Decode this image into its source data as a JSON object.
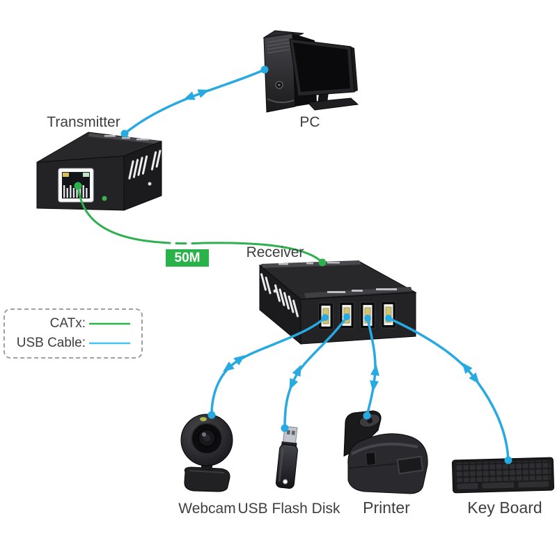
{
  "diagram": {
    "labels": {
      "transmitter": "Transmitter",
      "pc": "PC",
      "receiver": "Receiver",
      "webcam": "Webcam",
      "usb_flash_disk": "USB Flash Disk",
      "printer": "Printer",
      "keyboard": "Key Board"
    },
    "badge": {
      "text": "50M"
    },
    "legend": {
      "items": [
        {
          "label": "CATx:",
          "color": "#2bb34b"
        },
        {
          "label": "USB Cable:",
          "color": "#41c6f0"
        }
      ]
    },
    "colors": {
      "usb_cable": "#27a9e1",
      "catx_cable": "#2db04e",
      "badge_bg": "#2bb34b",
      "badge_text": "#ffffff",
      "label_text": "#3e3e3e"
    },
    "connections": [
      {
        "from": "PC",
        "to": "Transmitter",
        "cable": "USB Cable"
      },
      {
        "from": "Transmitter",
        "to": "Receiver",
        "cable": "CATx",
        "distance": "50M"
      },
      {
        "from": "Receiver",
        "to": "Webcam",
        "cable": "USB Cable"
      },
      {
        "from": "Receiver",
        "to": "USB Flash Disk",
        "cable": "USB Cable"
      },
      {
        "from": "Receiver",
        "to": "Printer",
        "cable": "USB Cable"
      },
      {
        "from": "Receiver",
        "to": "Key Board",
        "cable": "USB Cable"
      }
    ]
  }
}
